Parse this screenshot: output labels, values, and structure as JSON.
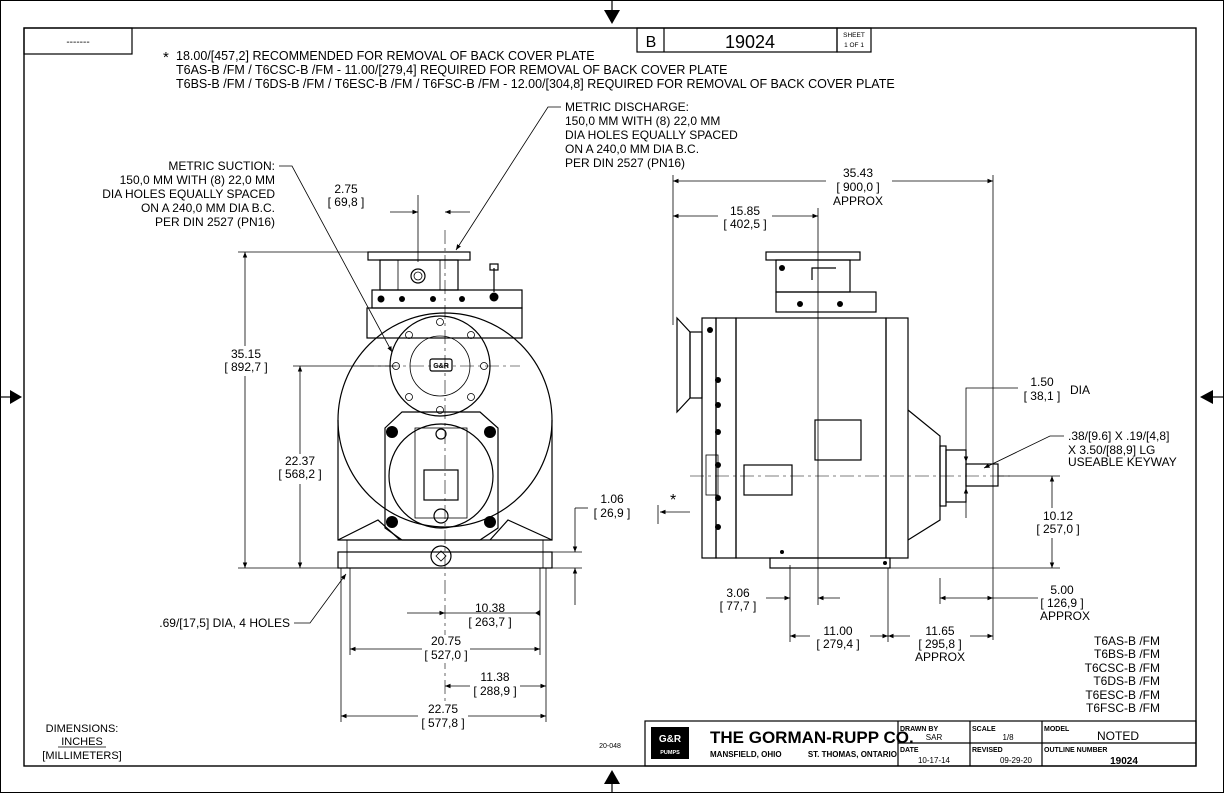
{
  "corner_note": "-------",
  "sheet": {
    "size": "B",
    "number": "19024",
    "sheet_label": "SHEET",
    "sheet_of": "1  OF  1"
  },
  "notes": {
    "star": "*",
    "line1": "18.00/[457,2] RECOMMENDED FOR REMOVAL OF BACK COVER PLATE",
    "line2": "T6AS-B /FM / T6CSC-B /FM - 11.00/[279,4] REQUIRED FOR REMOVAL OF BACK COVER PLATE",
    "line3": "T6BS-B /FM / T6DS-B /FM / T6ESC-B /FM  / T6FSC-B /FM - 12.00/[304,8] REQUIRED FOR REMOVAL OF BACK COVER PLATE"
  },
  "suction": [
    "METRIC SUCTION:",
    "150,0 MM WITH (8) 22,0 MM",
    "DIA HOLES EQUALLY SPACED",
    "ON A 240,0 MM DIA B.C.",
    "PER DIN 2527 (PN16)"
  ],
  "discharge": [
    "METRIC DISCHARGE:",
    "150,0 MM WITH (8) 22,0 MM",
    "DIA HOLES EQUALLY SPACED",
    "ON A 240,0 MM DIA B.C.",
    "PER DIN 2527 (PN16)"
  ],
  "front_dims": {
    "d275": "2.75",
    "d275m": "[ 69,8 ]",
    "d3515": "35.15",
    "d3515m": "[ 892,7 ]",
    "d2237": "22.37",
    "d2237m": "[ 568,2 ]",
    "d106": "1.06",
    "d106m": "[ 26,9 ]",
    "holes": ".69/[17,5] DIA, 4 HOLES",
    "d1038": "10.38",
    "d1038m": "[ 263,7 ]",
    "d2075": "20.75",
    "d2075m": "[ 527,0 ]",
    "d1138": "11.38",
    "d1138m": "[ 288,9 ]",
    "d2275": "22.75",
    "d2275m": "[ 577,8 ]"
  },
  "side_dims": {
    "d3543": "35.43",
    "d3543m": "[ 900,0 ]",
    "approx": "APPROX",
    "d1585": "15.85",
    "d1585m": "[ 402,5 ]",
    "d150": "1.50",
    "d150m": "[ 38,1 ]",
    "dia": "DIA",
    "key1": ".38/[9.6] X .19/[4,8]",
    "key2": "X 3.50/[88,9] LG",
    "key3": "USEABLE KEYWAY",
    "d1012": "10.12",
    "d1012m": "[ 257,0 ]",
    "d306": "3.06",
    "d306m": "[ 77,7 ]",
    "d1100": "11.00",
    "d1100m": "[ 279,4 ]",
    "d1165": "11.65",
    "d1165m": "[ 295,8 ]",
    "d500": "5.00",
    "d500m": "[ 126,9 ]",
    "star": "*"
  },
  "models": [
    "T6AS-B /FM",
    "T6BS-B /FM",
    "T6CSC-B /FM",
    "T6DS-B /FM",
    "T6ESC-B /FM",
    "T6FSC-B /FM"
  ],
  "units": {
    "l1": "DIMENSIONS:",
    "l2": "INCHES",
    "l3": "[MILLIMETERS]"
  },
  "code": "20-048",
  "title_block": {
    "logo_text": "GORMAN RUPP PUMPS",
    "company": "THE GORMAN-RUPP CO.",
    "city1": "MANSFIELD, OHIO",
    "city2": "ST. THOMAS, ONTARIO",
    "drawn_by_label": "DRAWN BY",
    "drawn_by": "SAR",
    "scale_label": "SCALE",
    "scale": "1/8",
    "model_label": "MODEL",
    "model": "NOTED",
    "date_label": "DATE",
    "date": "10-17-14",
    "revised_label": "REVISED",
    "revised": "09-29-20",
    "outline_label": "OUTLINE NUMBER",
    "outline": "19024"
  }
}
